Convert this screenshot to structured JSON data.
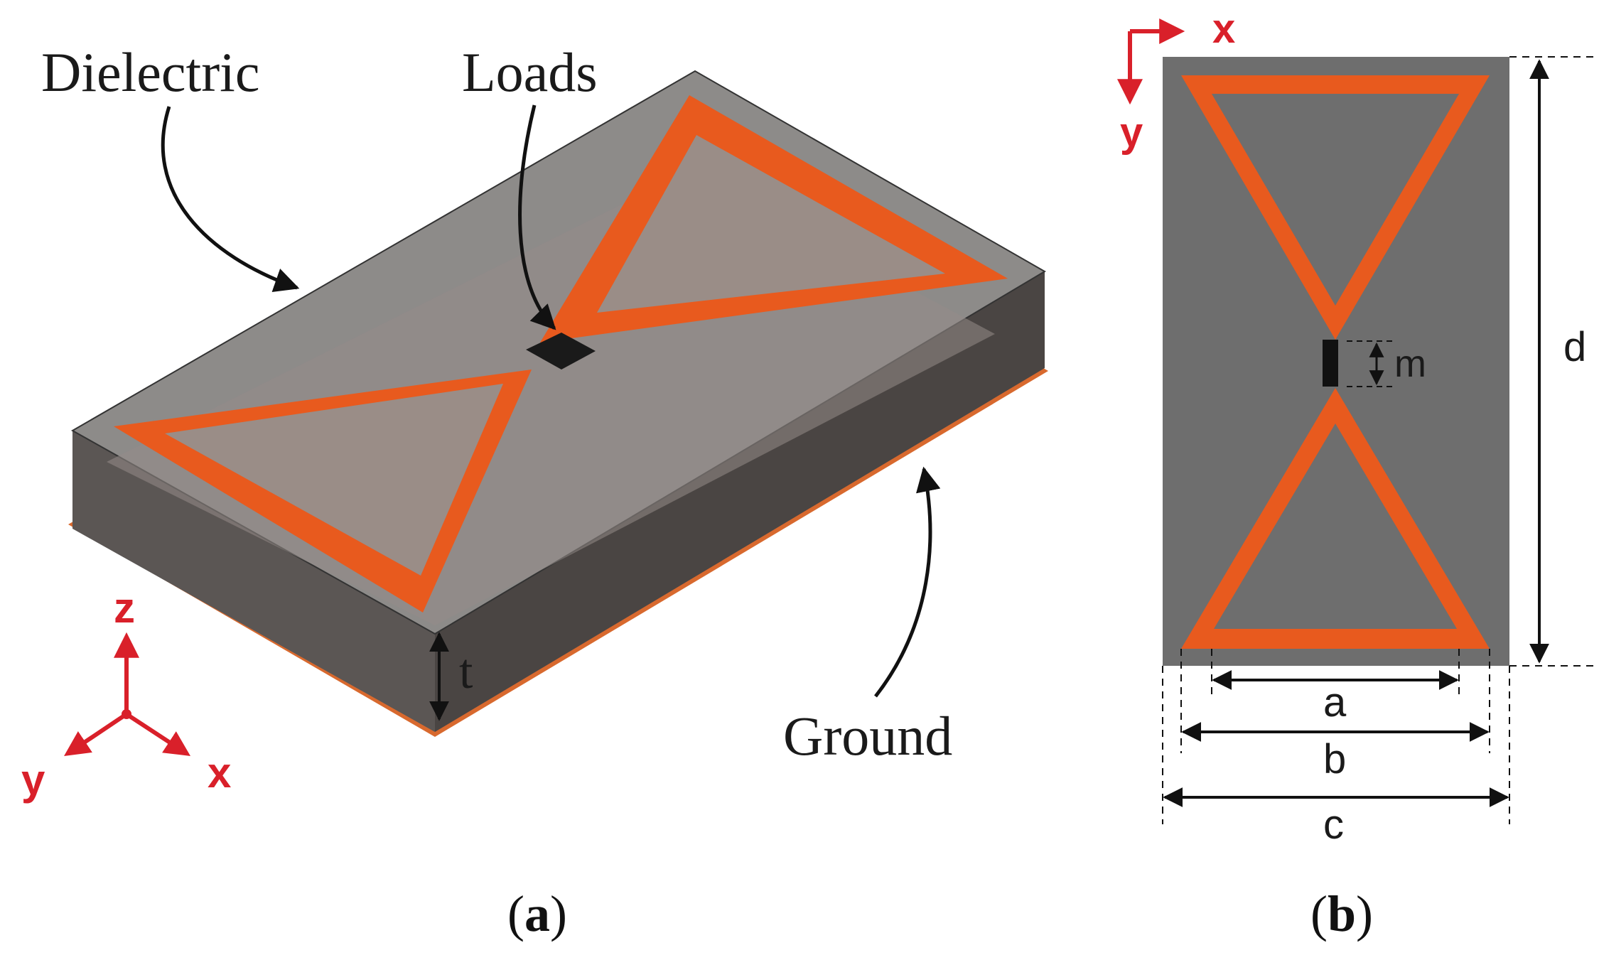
{
  "panel_a": {
    "label_dielectric": "Dielectric",
    "label_loads": "Loads",
    "label_ground": "Ground",
    "dim_t": "t",
    "axis_z": "z",
    "axis_y": "y",
    "axis_x": "x",
    "caption": {
      "open": "(",
      "letter": "a",
      "close": ")"
    }
  },
  "panel_b": {
    "axis_x": "x",
    "axis_y": "y",
    "dim_a": "a",
    "dim_b": "b",
    "dim_c": "c",
    "dim_d": "d",
    "dim_m": "m",
    "caption": {
      "open": "(",
      "letter": "b",
      "close": ")"
    }
  },
  "colors": {
    "dielectric": "#8c8c8c",
    "dielectric_side": "#4e4a48",
    "copper": "#e85a1e",
    "ground": "#d8692e",
    "substrate_top_b": "#6e6e6e",
    "axis_red": "#d9202a",
    "load": "#1a1a1a"
  }
}
